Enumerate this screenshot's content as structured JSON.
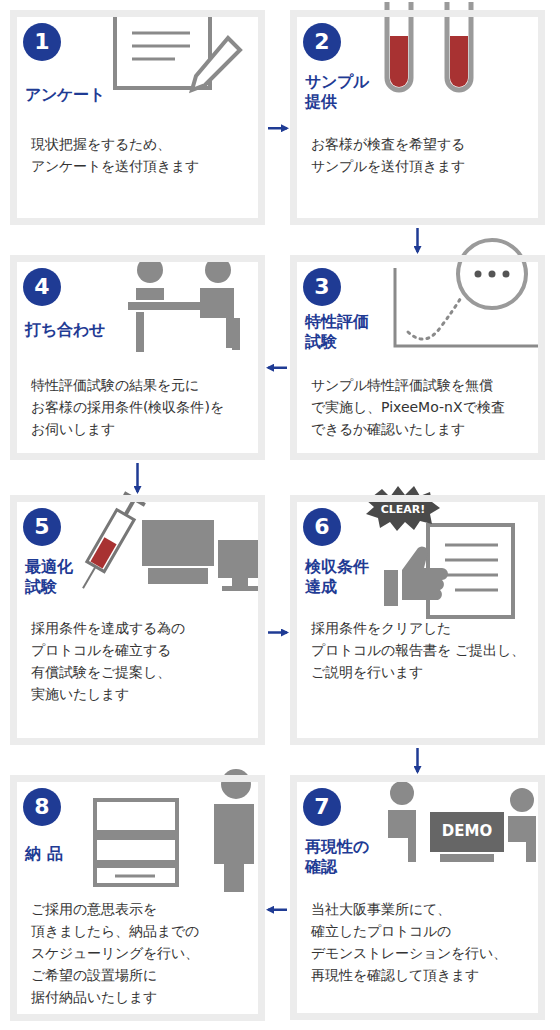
{
  "diagram": {
    "nodes": [
      {
        "text": [
          "1",
          "アンケート",
          "現状把握をするため、 アンケートを送付頂きます"
        ]
      },
      {
        "text": [
          "2",
          "サンプル 提供",
          "お客様が検査を希望する サンプルを送付頂きます"
        ]
      },
      {
        "text": [
          "3",
          "特性評価 試験",
          "サンプル特性評価試験を無償 で実施し、PixeeMo-nXで検査 できるか確認いたします"
        ]
      },
      {
        "text": [
          "4",
          "打ち合わせ",
          "特性評価試験の結果を元に お客様の採用条件(検収条件)を お伺いします"
        ]
      },
      {
        "text": [
          "5",
          "最適化 試験",
          "採用条件を達成する為の プロトコルを確立する 有償試験をご提案し、 実施いたします"
        ]
      },
      {
        "text": [
          "6",
          "検収条件 達成",
          "採用条件をクリアした プロトコルの報告書を ご提出し、ご説明を行います"
        ]
      },
      {
        "text": [
          "7",
          "再現性の 確認",
          "当社大阪事業所にて、 確立したプロトコルの デモンストレーションを行い、 再現性を確認して頂きます"
        ]
      },
      {
        "text": [
          "8",
          "納 品",
          "ご採用の意思表示を 頂きましたら、納品までの スケジューリングを行い、 ご希望の設置場所に 据付納品いたします"
        ]
      }
    ],
    "edges": [
      {
        "from": 0,
        "to": 1,
        "arrow": "to"
      },
      {
        "from": 1,
        "to": 2,
        "arrow": "to"
      },
      {
        "from": 2,
        "to": 3,
        "arrow": "to"
      },
      {
        "from": 3,
        "to": 4,
        "arrow": "to"
      },
      {
        "from": 4,
        "to": 5,
        "arrow": "to"
      },
      {
        "from": 5,
        "to": 6,
        "arrow": "to"
      },
      {
        "from": 6,
        "to": 7,
        "arrow": "to"
      }
    ],
    "labels": [
      "CLEAR!",
      "DEMO"
    ]
  }
}
